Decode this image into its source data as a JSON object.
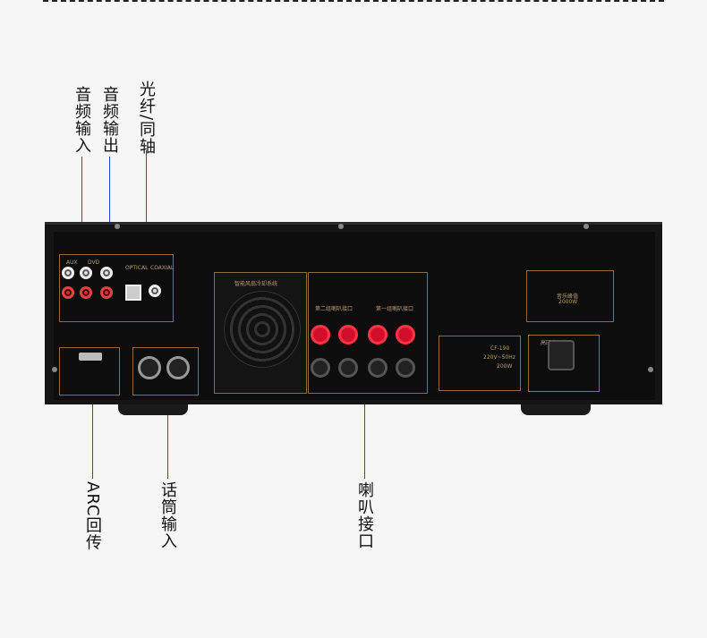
{
  "callouts": {
    "audio_in": "音频输入",
    "audio_out": "音频输出",
    "optical": "光纤/同轴",
    "arc": "ARC回传",
    "mic": "话筒输入",
    "speaker": "喇叭接口"
  },
  "panel": {
    "aux": "AUX",
    "dvd": "DVD",
    "optical": "OPTICAL",
    "coaxial": "COAXIAL",
    "fan_title": "智能风扇冷却系统",
    "spk2": "第二组喇叭接口",
    "spk1": "第一组喇叭接口",
    "model": "CF-190",
    "voltage": "220V~50Hz",
    "power": "200W",
    "power_in": "高压电源输入",
    "peak": "音乐峰值",
    "peak_val": "2000W"
  },
  "colors": {
    "line": "#3344cc",
    "accent": "#8a6d48",
    "post_red": "#d0102a"
  }
}
